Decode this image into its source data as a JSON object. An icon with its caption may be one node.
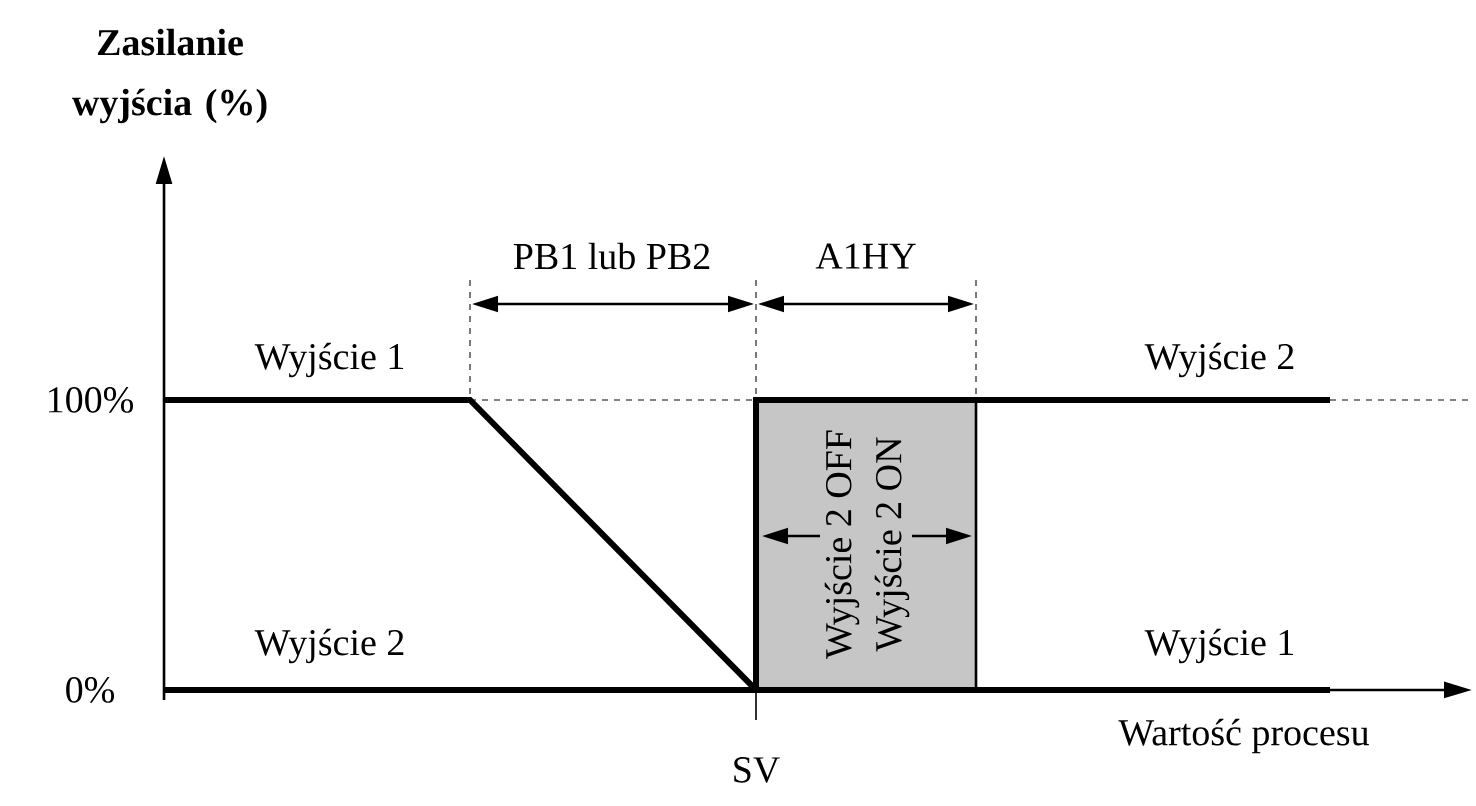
{
  "diagram": {
    "nodes": [
      {
        "text": [
          "Wyjście 2 OFF",
          "Wyjście 2 ON"
        ]
      }
    ],
    "labels": [
      "Zasilanie wyjścia (%)",
      "PB1 lub PB2",
      "A1HY",
      "Wyjście 1",
      "Wyjście 2",
      "100%",
      "Wyjście 2",
      "Wyjście 1",
      "0%",
      "Wartość procesu",
      "SV"
    ]
  }
}
